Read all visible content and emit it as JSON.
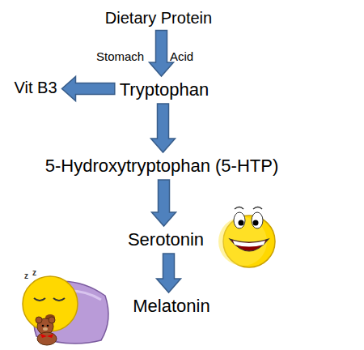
{
  "diagram": {
    "nodes": [
      {
        "text": [
          "Dietary Protein"
        ]
      },
      {
        "text": [
          "Vit B3"
        ]
      },
      {
        "text": [
          "Tryptophan"
        ]
      },
      {
        "text": [
          "5-Hydroxytryptophan (5-HTP)"
        ]
      },
      {
        "text": [
          "Serotonin"
        ]
      },
      {
        "text": [
          "Melatonin"
        ]
      }
    ],
    "edges": [
      {
        "from": 0,
        "to": 2,
        "arrow": "to"
      },
      {
        "from": 2,
        "to": 1,
        "arrow": "to"
      },
      {
        "from": 2,
        "to": 3,
        "arrow": "to"
      },
      {
        "from": 3,
        "to": 4,
        "arrow": "to"
      },
      {
        "from": 4,
        "to": 5,
        "arrow": "to"
      }
    ],
    "labels": [
      "Stomach",
      "Acid",
      "z",
      "z"
    ]
  }
}
